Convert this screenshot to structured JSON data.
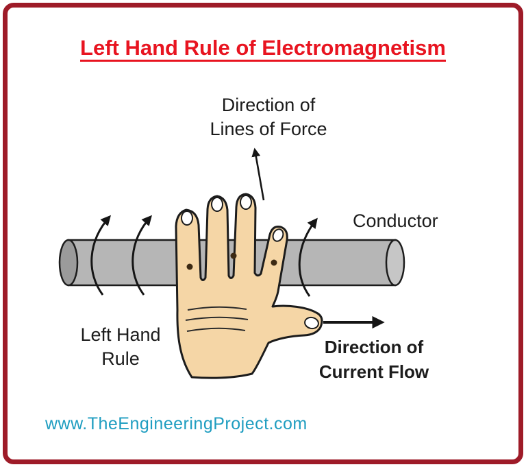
{
  "title": "Left Hand Rule of Electromagnetism",
  "labels": {
    "force_line1": "Direction of",
    "force_line2": "Lines of Force",
    "conductor": "Conductor",
    "hand_line1": "Left Hand",
    "hand_line2": "Rule",
    "flow_line1": "Direction of",
    "flow_line2": "Current Flow"
  },
  "watermark": "www.TheEngineeringProject.com",
  "colors": {
    "border": "#9e1b28",
    "title_red": "#e81420",
    "label_text": "#1c1c1c",
    "watermark_teal": "#1e9dc0",
    "conductor_gray": "#b6b6b6",
    "skin": "#f5d6a6",
    "outline_black": "#1c1c1c"
  }
}
